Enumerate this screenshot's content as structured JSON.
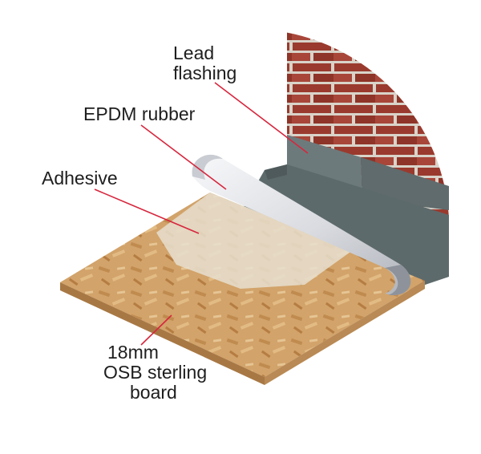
{
  "labels": {
    "lead_flashing": [
      "Lead",
      "flashing"
    ],
    "epdm_rubber": "EPDM rubber",
    "adhesive": "Adhesive",
    "osb_board": [
      "18mm",
      "OSB sterling",
      "board"
    ]
  },
  "colors": {
    "leader_line": "#d7263d",
    "brick": "#9a3a2e",
    "mortar": "#d9d3c9",
    "epdm": "#5d6a6c",
    "osb": "#d2a36a",
    "adhesive_layer": "#e7dfcf",
    "rubber_roll": "#e9eaee"
  }
}
